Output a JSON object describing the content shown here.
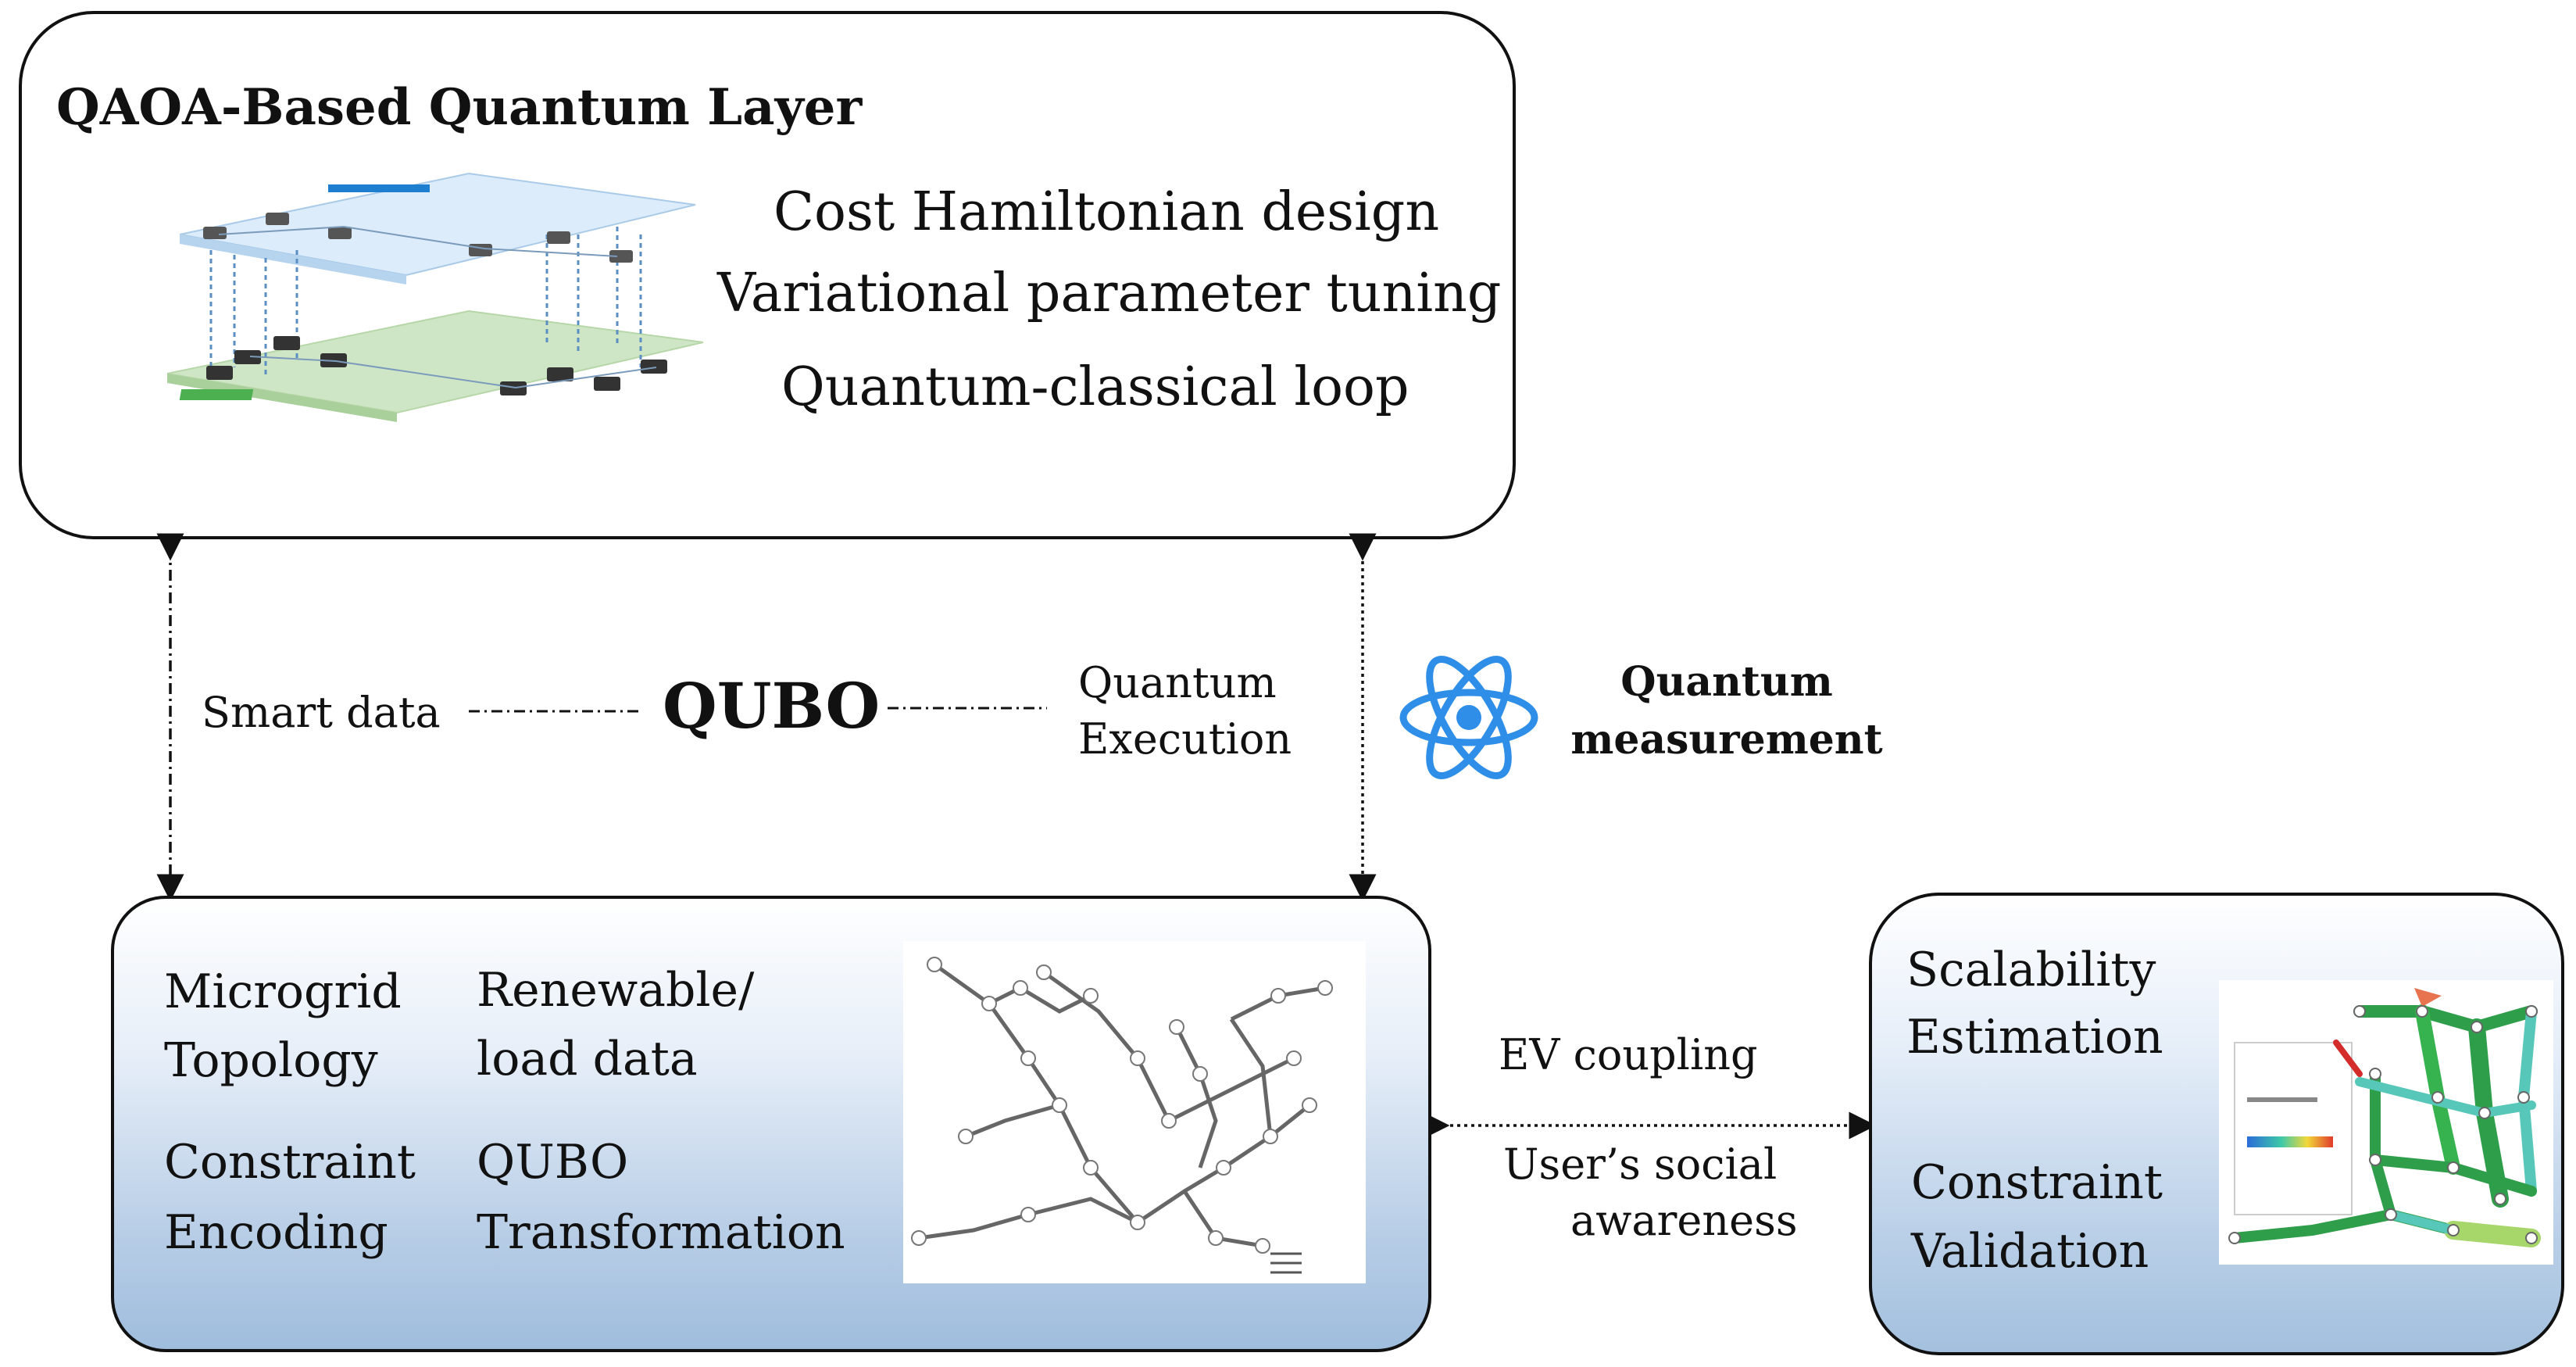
{
  "top_layer": {
    "title": "QAOA-Based Quantum Layer",
    "items": [
      "Cost Hamiltonian design",
      "Variational parameter tuning",
      "Quantum-classical loop"
    ]
  },
  "middle": {
    "smart_data": "Smart data",
    "qubo": "QUBO",
    "quantum_execution_line1": "Quantum",
    "quantum_execution_line2": "Execution",
    "measurement_line1": "Quantum",
    "measurement_line2": "measurement",
    "atom_icon_color": "#2f8fe8"
  },
  "bottom_layer": {
    "microgrid_line1": "Microgrid",
    "microgrid_line2": "Topology",
    "renewable_line1": "Renewable/",
    "renewable_line2": "load data",
    "constraint_line1": "Constraint",
    "constraint_line2": "Encoding",
    "qubo_line1": "QUBO",
    "qubo_line2": "Transformation"
  },
  "link_labels": {
    "ev_coupling": "EV coupling",
    "social_line1": "User’s social",
    "social_line2": "awareness"
  },
  "right_box": {
    "scalability_line1": "Scalability",
    "scalability_line2": "Estimation",
    "validation_line1": "Constraint",
    "validation_line2": "Validation"
  },
  "colors": {
    "box_gradient_bottom": "#9fbddd",
    "network_green": "#2f9e4a",
    "network_teal": "#56c7b8"
  }
}
